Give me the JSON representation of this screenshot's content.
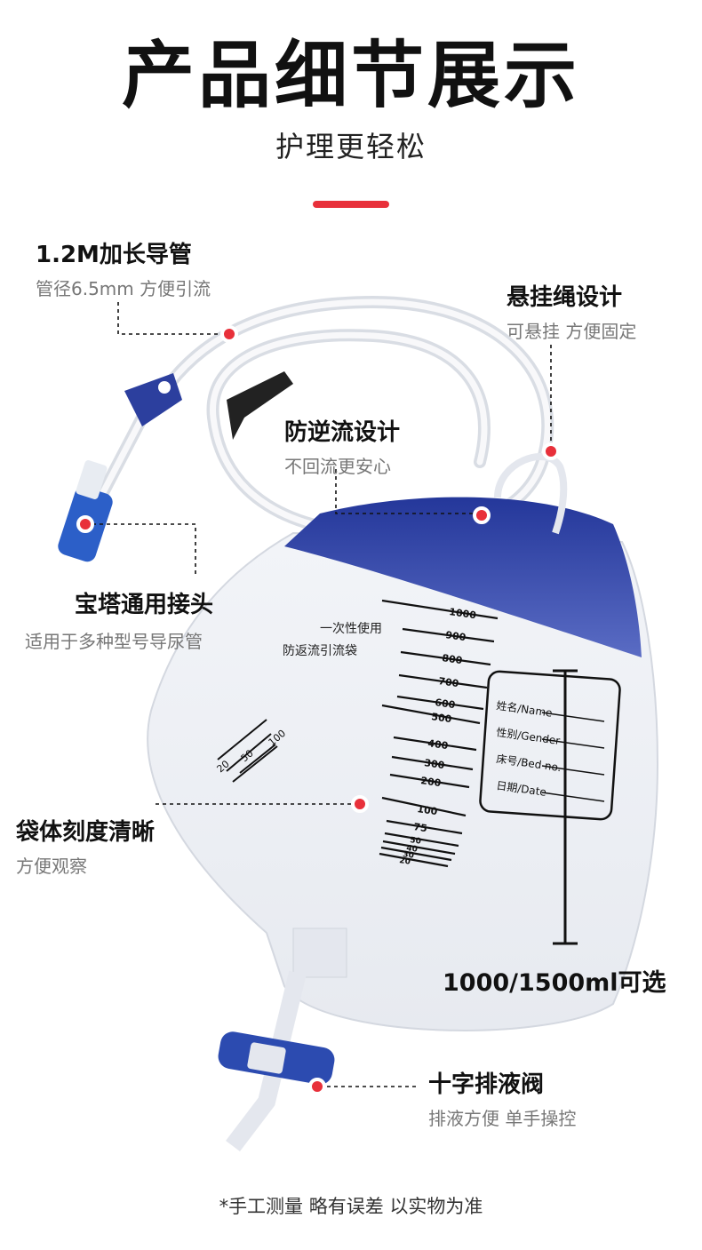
{
  "header": {
    "title": "产品细节展示",
    "subtitle": "护理更轻松"
  },
  "accent_color": "#e8303a",
  "bag_blue": "#2c3f9e",
  "callouts": {
    "tube": {
      "title": "1.2M加长导管",
      "desc": "管径6.5mm 方便引流"
    },
    "hanger": {
      "title": "悬挂绳设计",
      "desc": "可悬挂 方便固定"
    },
    "antireflux": {
      "title": "防逆流设计",
      "desc": "不回流更安心"
    },
    "connector": {
      "title": "宝塔通用接头",
      "desc": "适用于多种型号导尿管"
    },
    "scale": {
      "title": "袋体刻度清晰",
      "desc": "方便观察"
    },
    "valve": {
      "title": "十字排液阀",
      "desc": "排液方便 单手操控"
    }
  },
  "capacity": "1000/1500ml可选",
  "bag": {
    "print_line1": "一次性使用",
    "print_line2": "防返流引流袋",
    "scale_labels": [
      "1000",
      "900",
      "800",
      "700",
      "600",
      "500",
      "400",
      "300",
      "200",
      "100",
      "75",
      "50",
      "40",
      "30",
      "20"
    ],
    "side_scale_labels": [
      "100",
      "50",
      "20"
    ],
    "label_fields": [
      "姓名/Name",
      "性别/Gender",
      "床号/Bed no.",
      "日期/Date"
    ]
  },
  "footnote": "*手工测量 略有误差 以实物为准"
}
